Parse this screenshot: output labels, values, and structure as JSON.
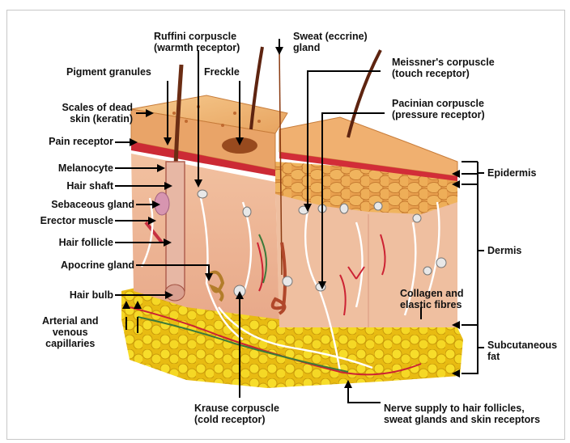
{
  "labels": {
    "ruffini": "Ruffini corpuscle\n(warmth receptor)",
    "sweat": "Sweat (eccrine)\ngland",
    "meissner": "Meissner's corpuscle\n(touch receptor)",
    "pigment": "Pigment granules",
    "freckle": "Freckle",
    "pacinian": "Pacinian corpuscle\n(pressure receptor)",
    "scales": "Scales of dead\nskin (keratin)",
    "pain": "Pain receptor",
    "melanocyte": "Melanocyte",
    "hair_shaft": "Hair shaft",
    "sebaceous": "Sebaceous gland",
    "erector": "Erector muscle",
    "hair_follicle": "Hair follicle",
    "apocrine": "Apocrine gland",
    "hair_bulb": "Hair bulb",
    "arterial": "Arterial and\nvenous\ncapillaries",
    "krause": "Krause corpuscle\n(cold receptor)",
    "nerve": "Nerve supply to hair follicles,\nsweat glands and skin receptors",
    "epidermis": "Epidermis",
    "dermis": "Dermis",
    "collagen": "Collagen and\nelastic fibres",
    "subcutaneous": "Subcutaneous\nfat"
  },
  "colors": {
    "epidermis_top": "#e8a060",
    "dermis": "#f0c2a6",
    "fat": "#f2d21a",
    "blood": "#cc2233",
    "nerve": "#ffffff"
  }
}
